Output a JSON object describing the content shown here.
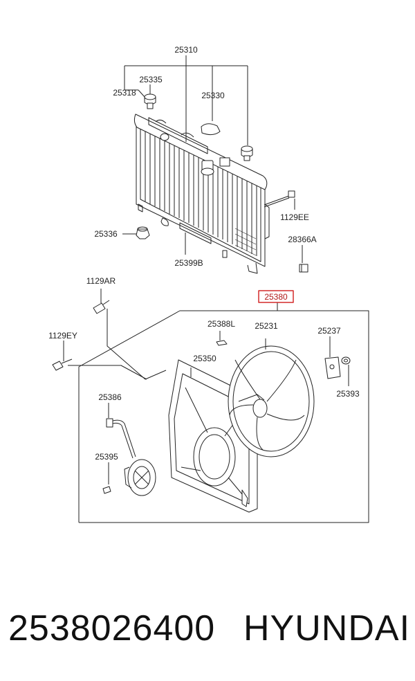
{
  "labels": {
    "c25310": "25310",
    "c25335": "25335",
    "c25318": "25318",
    "c25330": "25330",
    "c1129EE": "1129EE",
    "c25336": "25336",
    "c28366A": "28366A",
    "c25399B": "25399B",
    "c1129AR": "1129AR",
    "c25380": "25380",
    "c1129EY": "1129EY",
    "c25388L": "25388L",
    "c25231": "25231",
    "c25237": "25237",
    "c25350": "25350",
    "c25393": "25393",
    "c25386": "25386",
    "c25395": "25395"
  },
  "highlight": {
    "code": "25380",
    "color": "#d32a2a"
  },
  "footer": {
    "part_number": "2538026400",
    "brand": "HYUNDAI"
  }
}
